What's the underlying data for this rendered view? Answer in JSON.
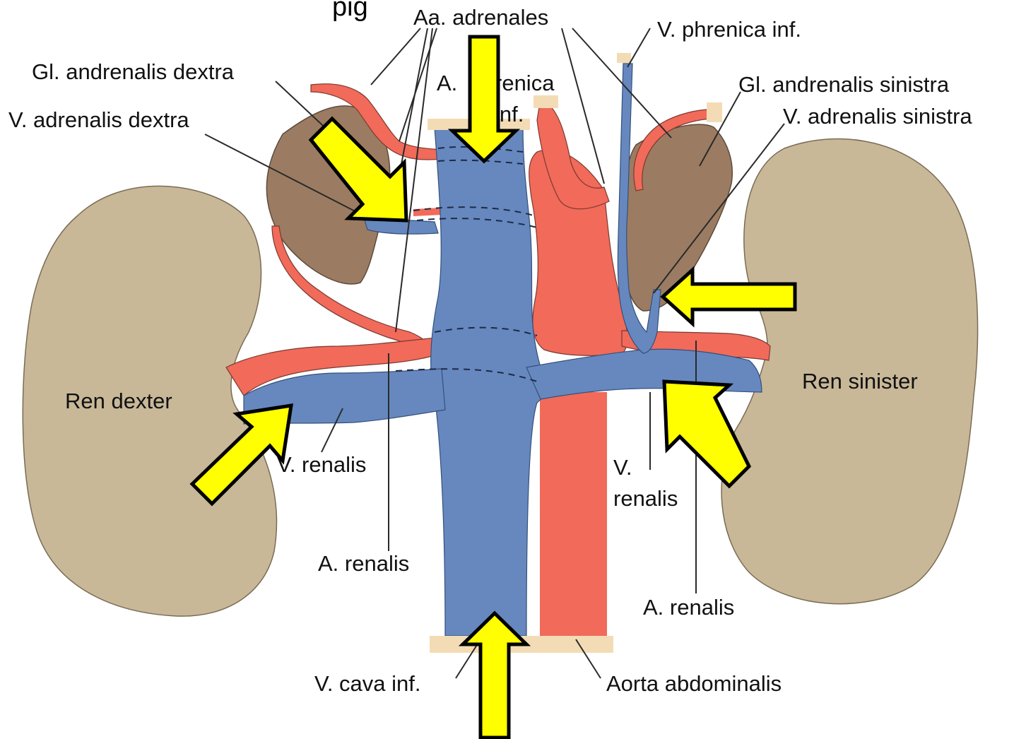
{
  "header_fragment": "pig",
  "labels": {
    "aa_adrenales": "Aa. adrenales",
    "v_phrenica_inf": "V. phrenica inf.",
    "gl_adrenalis_dextra": "Gl. andrenalis dextra",
    "a_phrenica_inf_1": "A.",
    "a_phrenica_inf_2": "renica",
    "a_phrenica_inf_3": "inf.",
    "gl_adrenalis_sinistra": "Gl. andrenalis sinistra",
    "v_adrenalis_dextra": "V. adrenalis dextra",
    "v_adrenalis_sinistra": "V. adrenalis sinistra",
    "ren_dexter": "Ren dexter",
    "ren_sinister": "Ren sinister",
    "v_renalis_left": "V. renalis",
    "v_renalis_right_1": "V.",
    "v_renalis_right_2": "renalis",
    "a_renalis_left": "A. renalis",
    "a_renalis_right": "A. renalis",
    "v_cava_inf": "V. cava inf.",
    "aorta_abdominalis": "Aorta abdominalis"
  },
  "colors": {
    "kidney": "#c8b898",
    "adrenal": "#9b7c62",
    "artery": "#f16a5a",
    "vein": "#6688bf",
    "cut_end": "#f3dcb5",
    "highlight_arrow": "#ffff00"
  },
  "arrows": [
    {
      "name": "arrow-top-ivc",
      "points_to": "V. cava inf."
    },
    {
      "name": "arrow-right-adrenal-vein",
      "points_to": "V. adrenalis dextra"
    },
    {
      "name": "arrow-left-adrenal-vein",
      "points_to": "V. adrenalis sinistra"
    },
    {
      "name": "arrow-right-renal-vein",
      "points_to": "V. renalis"
    },
    {
      "name": "arrow-left-renal-vein",
      "points_to": "V. renalis"
    },
    {
      "name": "arrow-bottom-ivc",
      "points_to": "V. cava inf."
    }
  ]
}
